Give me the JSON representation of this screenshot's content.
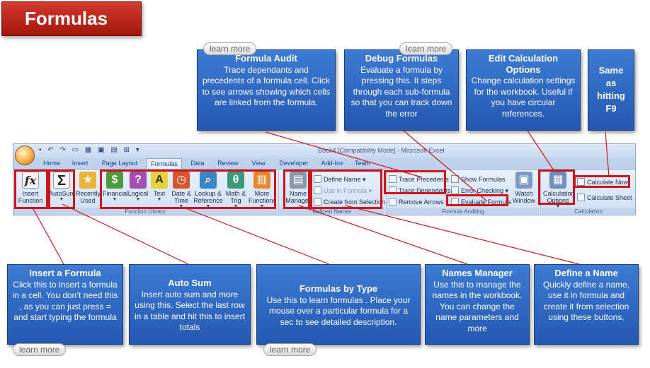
{
  "title": "Formulas",
  "learn_more_label": "learn more",
  "callouts": {
    "formula_audit": {
      "title": "Formula  Audit",
      "body": "Trace dependants and precedents of a formula cell. Click to see arrows showing which cells are linked from the formula."
    },
    "debug_formulas": {
      "title": "Debug Formulas",
      "body": "Evaluate a formula by pressing this. It steps through each sub-formula so that you can track down the error"
    },
    "edit_calc": {
      "title": "Edit Calculation Options",
      "body": "Change calculation settings for the workbook. Useful if you have circular references."
    },
    "same_f9": {
      "title": "Same as hitting F9",
      "body": ""
    },
    "insert_formula": {
      "title": "Insert a Formula",
      "body": "Click this to insert a formula in a cell. You don’t need this , as you can just press = and start typing the formula"
    },
    "auto_sum": {
      "title": "Auto Sum",
      "body": "Insert auto sum and more using this. Select the last row in a table  and hit this to insert totals"
    },
    "formulas_by_type": {
      "title": "Formulas by Type",
      "body": "Use this to learn formulas . Place your mouse over a particular formula for a sec to see detailed description."
    },
    "names_manager": {
      "title": "Names Manager",
      "body": "Use this to manage the names in the workbook. You can change the name parameters and more"
    },
    "define_name": {
      "title": "Define a Name",
      "body": "Quickly define a name, use it in formula and create it from selection using these buttons."
    }
  },
  "excel": {
    "window_title": "Book4  [Compatibility Mode] - Microsoft Excel",
    "tabs": [
      "Home",
      "Insert",
      "Page Layout",
      "Formulas",
      "Data",
      "Review",
      "View",
      "Developer",
      "Add-Ins",
      "Team"
    ],
    "active_tab": "Formulas",
    "buttons": {
      "insert_function": "Insert Function",
      "autosum": "AutoSum",
      "recently_used": "Recently Used",
      "financial": "Financial",
      "logical": "Logical",
      "text": "Text",
      "date_time": "Date & Time",
      "lookup": "Lookup & Reference",
      "math": "Math & Trig",
      "more": "More Functions",
      "name_manager": "Name Manager",
      "define_name": "Define Name",
      "use_in_formula": "Use in Formula",
      "create_from_selection": "Create from Selection",
      "trace_precedents": "Trace Precedents",
      "trace_dependents": "Trace Dependents",
      "remove_arrows": "Remove Arrows",
      "show_formulas": "Show Formulas",
      "error_checking": "Error Checking",
      "evaluate_formula": "Evaluate Formula",
      "watch_window": "Watch Window",
      "calc_options": "Calculation Options",
      "calculate_now": "Calculate Now",
      "calculate_sheet": "Calculate Sheet"
    },
    "groups": {
      "function_library": "Function Library",
      "defined_names": "Defined Names",
      "formula_auditing": "Formula Auditing",
      "calculation": "Calculation"
    },
    "icon_glyphs": {
      "fx": "fx",
      "sigma": "Σ"
    }
  }
}
